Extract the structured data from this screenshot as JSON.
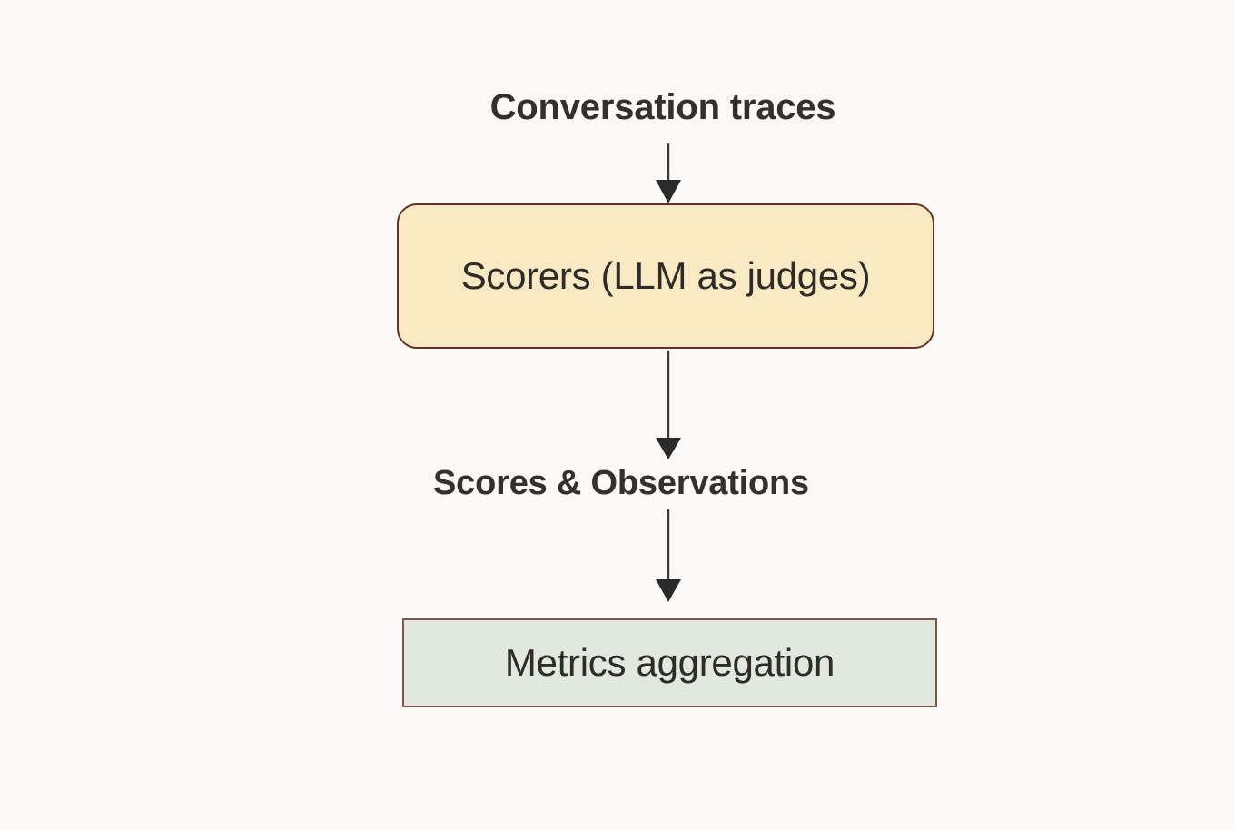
{
  "diagram": {
    "background_color": "#fbfaf8",
    "title": "Conversation traces",
    "intermediate_label": "Scores & Observations",
    "nodes": [
      {
        "id": "conversation-traces",
        "type": "text-label",
        "label": "Conversation traces",
        "text_color": "#33302d",
        "bold": true
      },
      {
        "id": "scorers",
        "type": "rounded-box",
        "label": "Scorers (LLM as judges)",
        "fill": "#faeac4",
        "border": "#6b3026",
        "text_color": "#2e2b28"
      },
      {
        "id": "scores-observations",
        "type": "text-label",
        "label": "Scores & Observations",
        "text_color": "#33302d",
        "bold": true
      },
      {
        "id": "metrics-aggregation",
        "type": "rect-box",
        "label": "Metrics aggregation",
        "fill": "#e1e8e0",
        "border": "#7c564f",
        "text_color": "#2e2b28"
      }
    ],
    "edges": [
      {
        "id": "edge-traces-to-scorers",
        "from": "conversation-traces",
        "to": "scorers",
        "label": "",
        "color": "#3a3a3a",
        "arrowhead": "solid-triangle"
      },
      {
        "id": "edge-scorers-to-scores",
        "from": "scorers",
        "to": "scores-observations",
        "label": "",
        "color": "#3a3a3a",
        "arrowhead": "solid-triangle"
      },
      {
        "id": "edge-scores-to-metrics",
        "from": "scores-observations",
        "to": "metrics-aggregation",
        "label": "",
        "color": "#3a3a3a",
        "arrowhead": "solid-triangle"
      }
    ]
  }
}
